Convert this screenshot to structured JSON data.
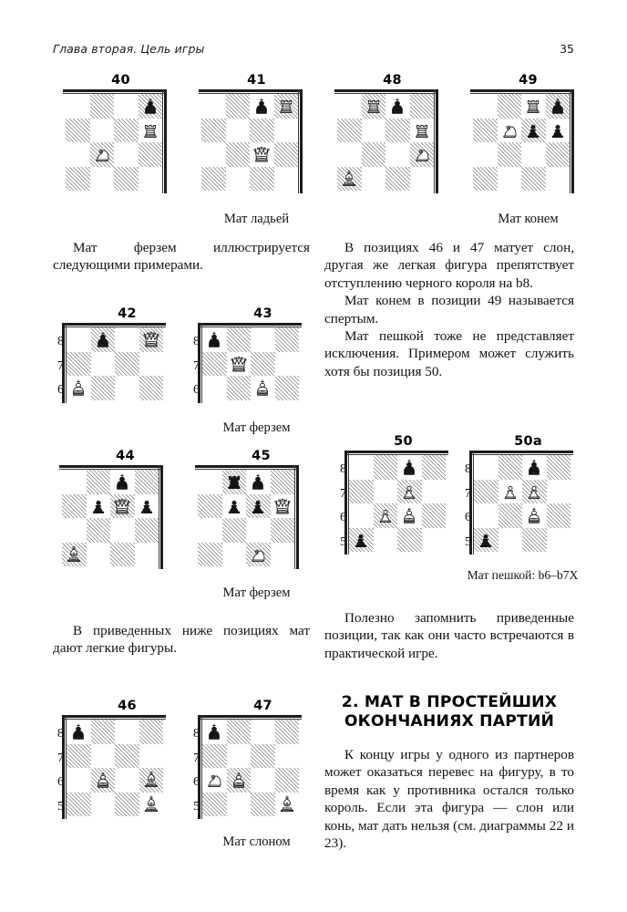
{
  "runhead": {
    "title": "Глава вторая. Цель игры",
    "page_number": "35"
  },
  "captions": {
    "rook_mate": "Мат ладьей",
    "knight_mate": "Мат конем",
    "queen_mate_1": "Мат ферзем",
    "queen_mate_2": "Мат ферзем",
    "bishop_mate": "Мат слоном",
    "pawn_mate": "Мат пешкой: b6–b7X"
  },
  "diagrams": {
    "d40": {
      "number": "40"
    },
    "d41": {
      "number": "41"
    },
    "d48": {
      "number": "48"
    },
    "d49": {
      "number": "49"
    },
    "d42": {
      "number": "42",
      "ranks": [
        "8",
        "7",
        "6"
      ]
    },
    "d43": {
      "number": "43",
      "ranks": [
        "8",
        "7",
        "6"
      ]
    },
    "d44": {
      "number": "44"
    },
    "d45": {
      "number": "45"
    },
    "d50": {
      "number": "50",
      "ranks": [
        "8",
        "7",
        "6",
        "5"
      ]
    },
    "d50a": {
      "number": "50а",
      "ranks": [
        "8",
        "7",
        "6",
        "5"
      ]
    },
    "d46": {
      "number": "46",
      "ranks": [
        "8",
        "7",
        "6",
        "5"
      ]
    },
    "d47": {
      "number": "47",
      "ranks": [
        "8",
        "7",
        "6",
        "5"
      ]
    }
  },
  "text": {
    "left_p1": "Мат ферзем иллюстрируется следующими примерами.",
    "left_p2": "В приведенных ниже позициях мат дают легкие фигуры.",
    "right_p1": "В позициях 46 и 47 матует слон, другая же легкая фигура препятствует отступлению черного короля на b8.",
    "right_p2": "Мат конем в позиции 49 называется спертым.",
    "right_p3": "Мат пешкой тоже не представляет исключения. Примером может служить хотя бы позиция 50.",
    "right_p4": "Полезно запомнить приведенные позиции, так как они часто встречаются в практической игре.",
    "section_heading_line1": "2. МАТ В ПРОСТЕЙШИХ",
    "section_heading_line2": "ОКОНЧАНИЯХ ПАРТИЙ",
    "right_p5": "К концу игры у одного из партнеров может оказаться перевес на фигуру, в то время как у противника остался только король. Если эта фигура — слон или конь, мат дать нельзя (см. диаграммы 22 и 23)."
  },
  "colors": {
    "ink": "#111111",
    "dark_square_hatch": "#7b7b7b",
    "border": "#1b1b1b"
  }
}
